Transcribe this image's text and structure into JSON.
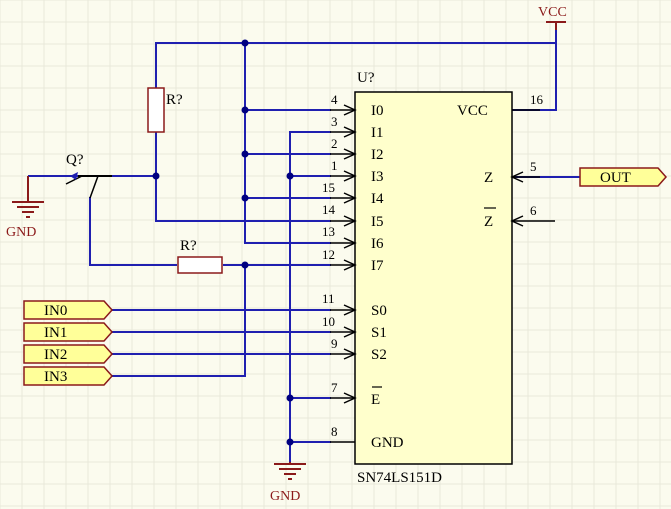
{
  "ic": {
    "designator": "U?",
    "part": "SN74LS151D",
    "pins_left": [
      {
        "num": "4",
        "name": "I0"
      },
      {
        "num": "3",
        "name": "I1"
      },
      {
        "num": "2",
        "name": "I2"
      },
      {
        "num": "1",
        "name": "I3"
      },
      {
        "num": "15",
        "name": "I4"
      },
      {
        "num": "14",
        "name": "I5"
      },
      {
        "num": "13",
        "name": "I6"
      },
      {
        "num": "12",
        "name": "I7"
      },
      {
        "num": "11",
        "name": "S0"
      },
      {
        "num": "10",
        "name": "S1"
      },
      {
        "num": "9",
        "name": "S2"
      },
      {
        "num": "7",
        "name": "E"
      },
      {
        "num": "8",
        "name": "GND"
      }
    ],
    "pins_right": [
      {
        "num": "16",
        "name": "VCC"
      },
      {
        "num": "5",
        "name": "Z"
      },
      {
        "num": "6",
        "name": "Z"
      }
    ]
  },
  "transistor": {
    "designator": "Q?"
  },
  "resistor_vertical": {
    "designator": "R?"
  },
  "resistor_horizontal": {
    "designator": "R?"
  },
  "power": {
    "vcc_label": "VCC",
    "gnd_left_label": "GND",
    "gnd_bottom_label": "GND"
  },
  "ports_in": [
    "IN0",
    "IN1",
    "IN2",
    "IN3"
  ],
  "port_out": "OUT",
  "colors": {
    "wire": "#1f1fb0",
    "port_fill": "#ffff99",
    "port_stroke": "#8b1a1a",
    "ic_fill": "#ffffcc",
    "background": "#fbfbee"
  }
}
